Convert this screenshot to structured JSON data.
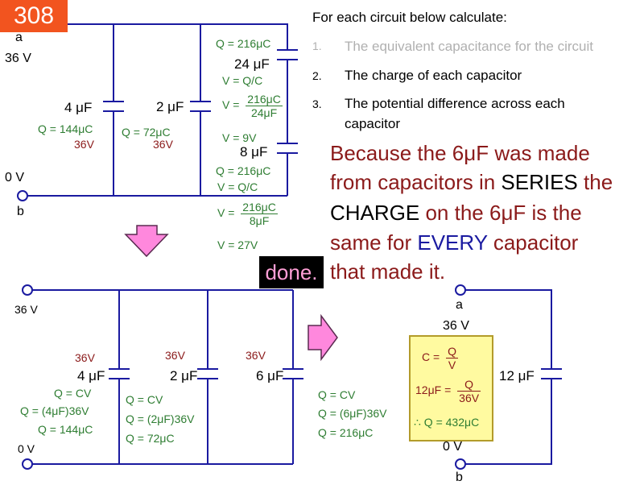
{
  "slide_number": "308",
  "instructions": {
    "heading": "For each circuit below calculate:",
    "items": [
      {
        "num": "1.",
        "text": "The equivalent capacitance for the circuit"
      },
      {
        "num": "2.",
        "text": "The charge of each capacitor"
      },
      {
        "num": "3.",
        "text": "The potential difference across each",
        "text2": "capacitor"
      }
    ]
  },
  "explanation": {
    "line1": "Because the 6μF was made",
    "line2a": "from capacitors in ",
    "line2b": "SERIES",
    "line2c": " the",
    "line3a": "CHARGE",
    "line3b": " on the 6μF is the",
    "line4a": "same for ",
    "line4b": "EVERY",
    "line4c": " capacitor",
    "line5": "that made it."
  },
  "done_label": "done.",
  "circuit_top": {
    "node_a": "a",
    "voltage_a": "36 V",
    "node_b": "b",
    "voltage_b": "0 V",
    "cap1": {
      "label": "4 μF",
      "q": "Q = 144μC",
      "v": "36V"
    },
    "cap2": {
      "label": "2 μF",
      "q": "Q = 72μC",
      "v": "36V"
    },
    "cap3": {
      "q_top": "Q = 216μC",
      "label": "24 μF",
      "v_eq": "V = Q/C",
      "v_num": "216μC",
      "v_den": "24μF",
      "v_result": "V = 9V"
    },
    "cap4": {
      "label": "8 μF",
      "q": "Q = 216μC",
      "v_eq": "V = Q/C",
      "v_num": "216μC",
      "v_den": "8μF",
      "v_result": "V = 27V"
    }
  },
  "circuit_mid": {
    "voltage_top": "36 V",
    "voltage_bottom": "0 V",
    "cap1": {
      "v": "36V",
      "label": "4 μF",
      "l1": "Q = CV",
      "l2": "Q = (4μF)36V",
      "l3": "Q = 144μC"
    },
    "cap2": {
      "v": "36V",
      "label": "2 μF",
      "l1": "Q = CV",
      "l2": "Q = (2μF)36V",
      "l3": "Q = 72μC"
    },
    "cap3": {
      "v": "36V",
      "label": "6 μF",
      "l1": "Q = CV",
      "l2": "Q = (6μF)36V",
      "l3": "Q = 216μC"
    }
  },
  "circuit_right": {
    "node_a": "a",
    "voltage_a": "36 V",
    "node_b": "b",
    "voltage_b": "0 V",
    "cap_label": "12 μF",
    "box": {
      "c_eq": "C =",
      "c_num": "Q",
      "c_den": "V",
      "val_lhs": "12μF =",
      "val_num": "Q",
      "val_den": "36V",
      "result": "∴ Q = 432μC"
    }
  },
  "colors": {
    "wire": "#1a1aa0",
    "arrow": "#ff88dd",
    "badge": "#f2541f",
    "green": "#2e7d32",
    "red": "#8b1a1a",
    "blue": "#1a1aa0"
  }
}
